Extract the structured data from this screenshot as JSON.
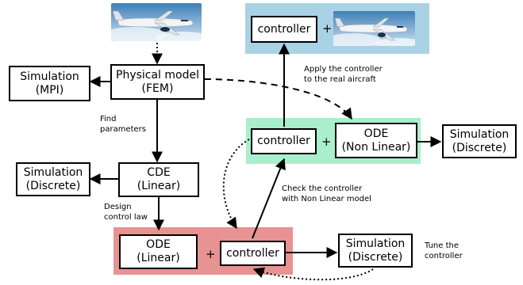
{
  "boxes": {
    "sim_mpi": {
      "line1": "Simulation",
      "line2": "(MPI)"
    },
    "physical_model": {
      "line1": "Physical model",
      "line2": "(FEM)"
    },
    "sim_discrete_left": {
      "line1": "Simulation",
      "line2": "(Discrete)"
    },
    "cde_linear": {
      "line1": "CDE",
      "line2": "(Linear)"
    },
    "ode_linear": {
      "line1": "ODE",
      "line2": "(Linear)"
    },
    "controller_bottom": {
      "line1": "controller"
    },
    "sim_discrete_bottom": {
      "line1": "Simulation",
      "line2": "(Discrete)"
    },
    "controller_middle": {
      "line1": "controller"
    },
    "ode_nonlinear": {
      "line1": "ODE",
      "line2": "(Non Linear)"
    },
    "sim_discrete_right": {
      "line1": "Simulation",
      "line2": "(Discrete)"
    },
    "controller_top": {
      "line1": "controller"
    }
  },
  "plus": "+",
  "labels": {
    "find_parameters": [
      "Find",
      "parameters"
    ],
    "design_control_law": [
      "Design",
      "control law"
    ],
    "check_controller": [
      "Check the controller",
      "with Non Linear model"
    ],
    "apply_controller": [
      "Apply the controller",
      "to the real aircraft"
    ],
    "tune_controller": [
      "Tune the",
      "controller"
    ]
  },
  "colors": {
    "blue_zone": "#a9d3e5",
    "green_zone": "#a9efcc",
    "red_zone": "#e79393"
  },
  "icons": [
    "airplane-image"
  ]
}
